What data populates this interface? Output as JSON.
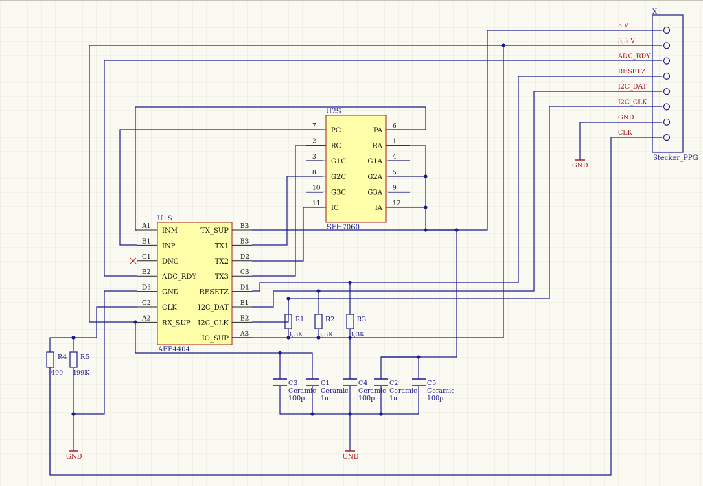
{
  "u2": {
    "designator": "U2S",
    "part": "SFH7060"
  },
  "u1": {
    "designator": "U1S",
    "part": "AFE4404"
  },
  "connector": {
    "designator": "X",
    "part": "Stecker_PPG"
  },
  "u2_left_pins": [
    {
      "num": "7",
      "name": "PC"
    },
    {
      "num": "2",
      "name": "RC"
    },
    {
      "num": "3",
      "name": "G1C"
    },
    {
      "num": "8",
      "name": "G2C"
    },
    {
      "num": "10",
      "name": "G3C"
    },
    {
      "num": "11",
      "name": "IC"
    }
  ],
  "u2_right_pins": [
    {
      "num": "6",
      "name": "PA"
    },
    {
      "num": "1",
      "name": "RA"
    },
    {
      "num": "4",
      "name": "G1A"
    },
    {
      "num": "5",
      "name": "G2A"
    },
    {
      "num": "9",
      "name": "G3A"
    },
    {
      "num": "12",
      "name": "IA"
    }
  ],
  "u1_left_pins": [
    {
      "num": "A1",
      "name": "INM"
    },
    {
      "num": "B1",
      "name": "INP"
    },
    {
      "num": "C1",
      "name": "DNC"
    },
    {
      "num": "B2",
      "name": "ADC_RDY"
    },
    {
      "num": "D3",
      "name": "GND"
    },
    {
      "num": "C2",
      "name": "CLK"
    },
    {
      "num": "A2",
      "name": "RX_SUP"
    }
  ],
  "u1_right_pins": [
    {
      "num": "E3",
      "name": "TX_SUP"
    },
    {
      "num": "B3",
      "name": "TX1"
    },
    {
      "num": "D2",
      "name": "TX2"
    },
    {
      "num": "C3",
      "name": "TX3"
    },
    {
      "num": "D1",
      "name": "RESETZ"
    },
    {
      "num": "E1",
      "name": "I2C_DAT"
    },
    {
      "num": "E2",
      "name": "I2C_CLK"
    },
    {
      "num": "A3",
      "name": "IO_SUP"
    }
  ],
  "connector_nets": [
    "5 V",
    "3,3 V",
    "ADC_RDY",
    "RESETZ",
    "I2C_DAT",
    "I2C_CLK",
    "GND",
    "CLK"
  ],
  "resistors": [
    {
      "ref": "R1",
      "value": "3,3K"
    },
    {
      "ref": "R2",
      "value": "3,3K"
    },
    {
      "ref": "R3",
      "value": "3,3K"
    },
    {
      "ref": "R4",
      "value": "499"
    },
    {
      "ref": "R5",
      "value": "499K"
    }
  ],
  "capacitors": [
    {
      "ref": "C3",
      "type": "Ceramic",
      "value": "100p"
    },
    {
      "ref": "C1",
      "type": "Ceramic",
      "value": "1u"
    },
    {
      "ref": "C4",
      "type": "Ceramic",
      "value": "100p"
    },
    {
      "ref": "C2",
      "type": "Ceramic",
      "value": "1u"
    },
    {
      "ref": "C5",
      "type": "Ceramic",
      "value": "100p"
    }
  ],
  "gnd_label": "GND",
  "colors": {
    "wire": "#1a1a8c",
    "net_label": "#a3141c",
    "chip_fill": "#ffffaa",
    "chip_border": "#a02020",
    "grid": "#e6e4d6",
    "no_connect": "#d02020"
  }
}
